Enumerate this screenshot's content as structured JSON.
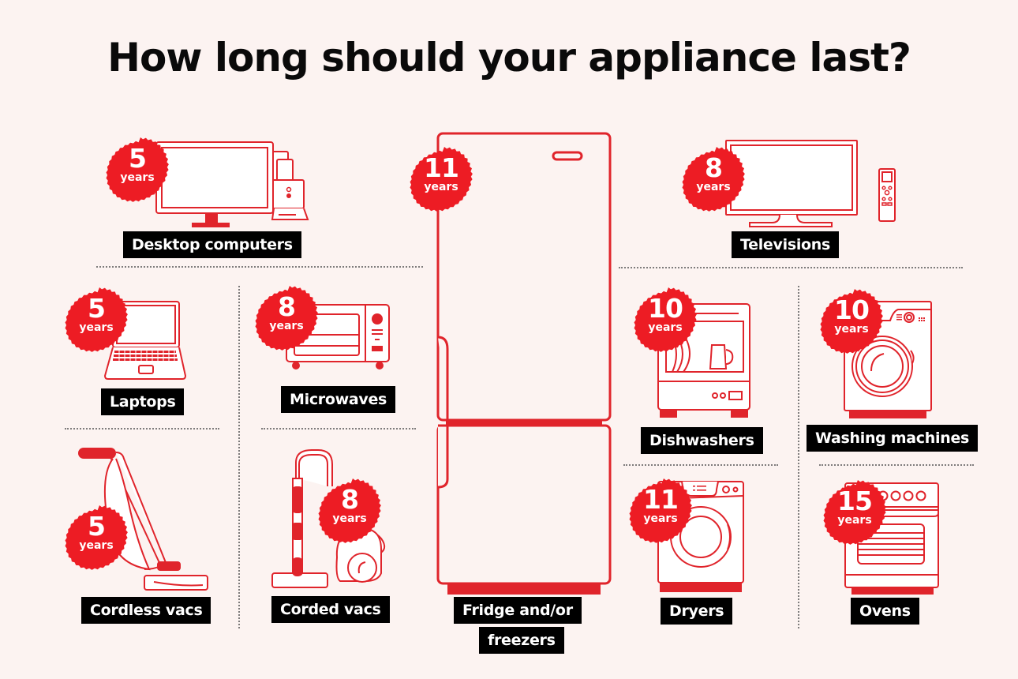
{
  "title": "How long should your appliance last?",
  "colors": {
    "background": "#fcf3f1",
    "badge": "#ed1c24",
    "outline": "#e0242b",
    "label_bg": "#000000",
    "label_text": "#ffffff"
  },
  "badge_unit": "years",
  "appliances": [
    {
      "id": "desktop",
      "label": "Desktop computers",
      "years": "5",
      "icon": "desktop-computer-icon"
    },
    {
      "id": "fridge",
      "label_line1": "Fridge and/or",
      "label_line2": "freezers",
      "years": "11",
      "icon": "fridge-icon"
    },
    {
      "id": "tv",
      "label": "Televisions",
      "years": "8",
      "icon": "television-icon"
    },
    {
      "id": "laptop",
      "label": "Laptops",
      "years": "5",
      "icon": "laptop-icon"
    },
    {
      "id": "microwave",
      "label": "Microwaves",
      "years": "8",
      "icon": "microwave-icon"
    },
    {
      "id": "dishwasher",
      "label": "Dishwashers",
      "years": "10",
      "icon": "dishwasher-icon"
    },
    {
      "id": "washer",
      "label": "Washing machines",
      "years": "10",
      "icon": "washing-machine-icon"
    },
    {
      "id": "cordless",
      "label": "Cordless vacs",
      "years": "5",
      "icon": "cordless-vacuum-icon"
    },
    {
      "id": "corded",
      "label": "Corded vacs",
      "years": "8",
      "icon": "corded-vacuum-icon"
    },
    {
      "id": "dryer",
      "label": "Dryers",
      "years": "11",
      "icon": "dryer-icon"
    },
    {
      "id": "oven",
      "label": "Ovens",
      "years": "15",
      "icon": "oven-icon"
    }
  ]
}
